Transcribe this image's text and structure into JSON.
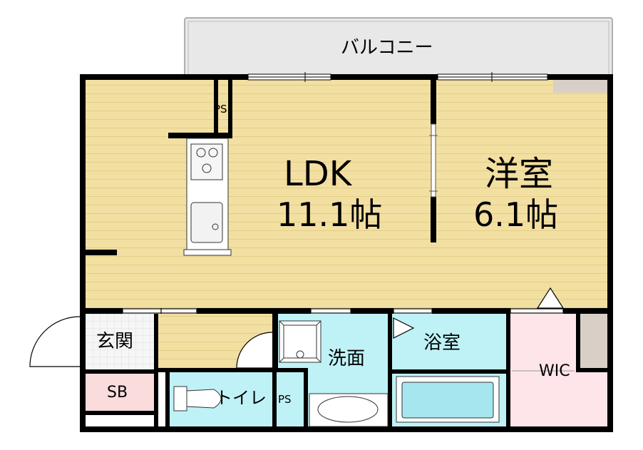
{
  "rooms": {
    "balcony": "バルコニー",
    "ldk_name": "LDK",
    "ldk_size": "11.1帖",
    "western_name": "洋室",
    "western_size": "6.1帖",
    "entrance": "玄関",
    "shoe_box": "SB",
    "toilet": "トイレ",
    "washroom": "洗面",
    "bathroom": "浴室",
    "walk_in_closet": "WIC",
    "pipe_space_top": "PS",
    "pipe_space_bottom": "PS"
  },
  "colors": {
    "wall": "#000000",
    "wood_floor": "#f2dfa2",
    "wood_line": "#e4cd86",
    "wet_area": "#bff2f6",
    "closet": "#fde5e9",
    "shoe_box": "#fbdcdc",
    "balcony": "#e8e8e8",
    "tile": "#f2f2f2",
    "bathtub": "#a6e6ef"
  }
}
